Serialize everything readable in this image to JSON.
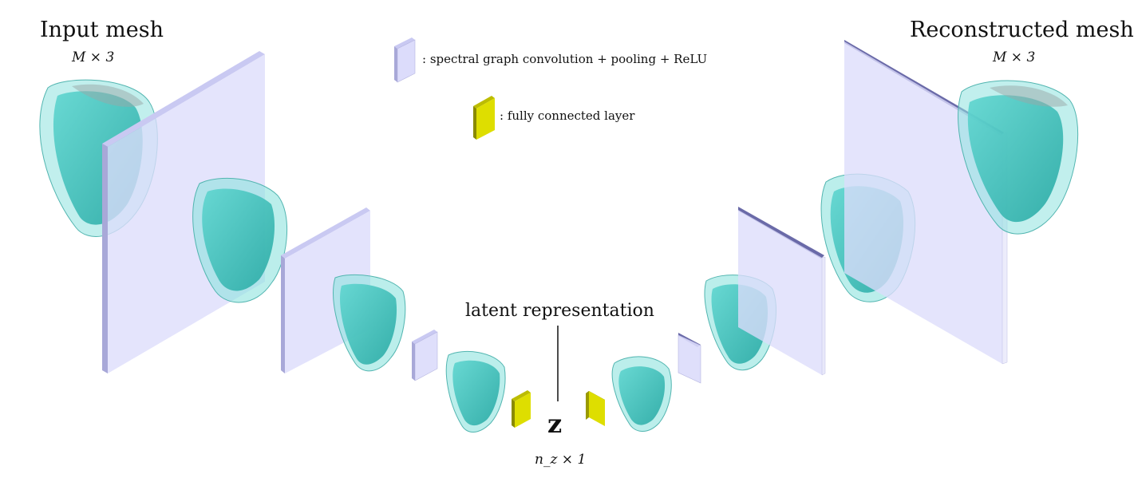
{
  "titles": {
    "input": "Input mesh",
    "output": "Reconstructed mesh"
  },
  "dims": {
    "input": "M × 3",
    "output": "M × 3",
    "latent": "n_z × 1"
  },
  "legend": {
    "conv": ": spectral graph convolution + pooling + ReLU",
    "fc": ": fully connected layer"
  },
  "latent": {
    "label": "latent representation",
    "symbol": "z"
  },
  "colors": {
    "conv_face": "#dcdcfb",
    "conv_edge_encoder": "#b0b0dc",
    "conv_edge_decoder": "#6a6aa8",
    "fc_face": "#dede00",
    "fc_edge": "#7a7a00",
    "mesh_inner": "#3cc6c0",
    "mesh_outer": "#8ee2de"
  }
}
